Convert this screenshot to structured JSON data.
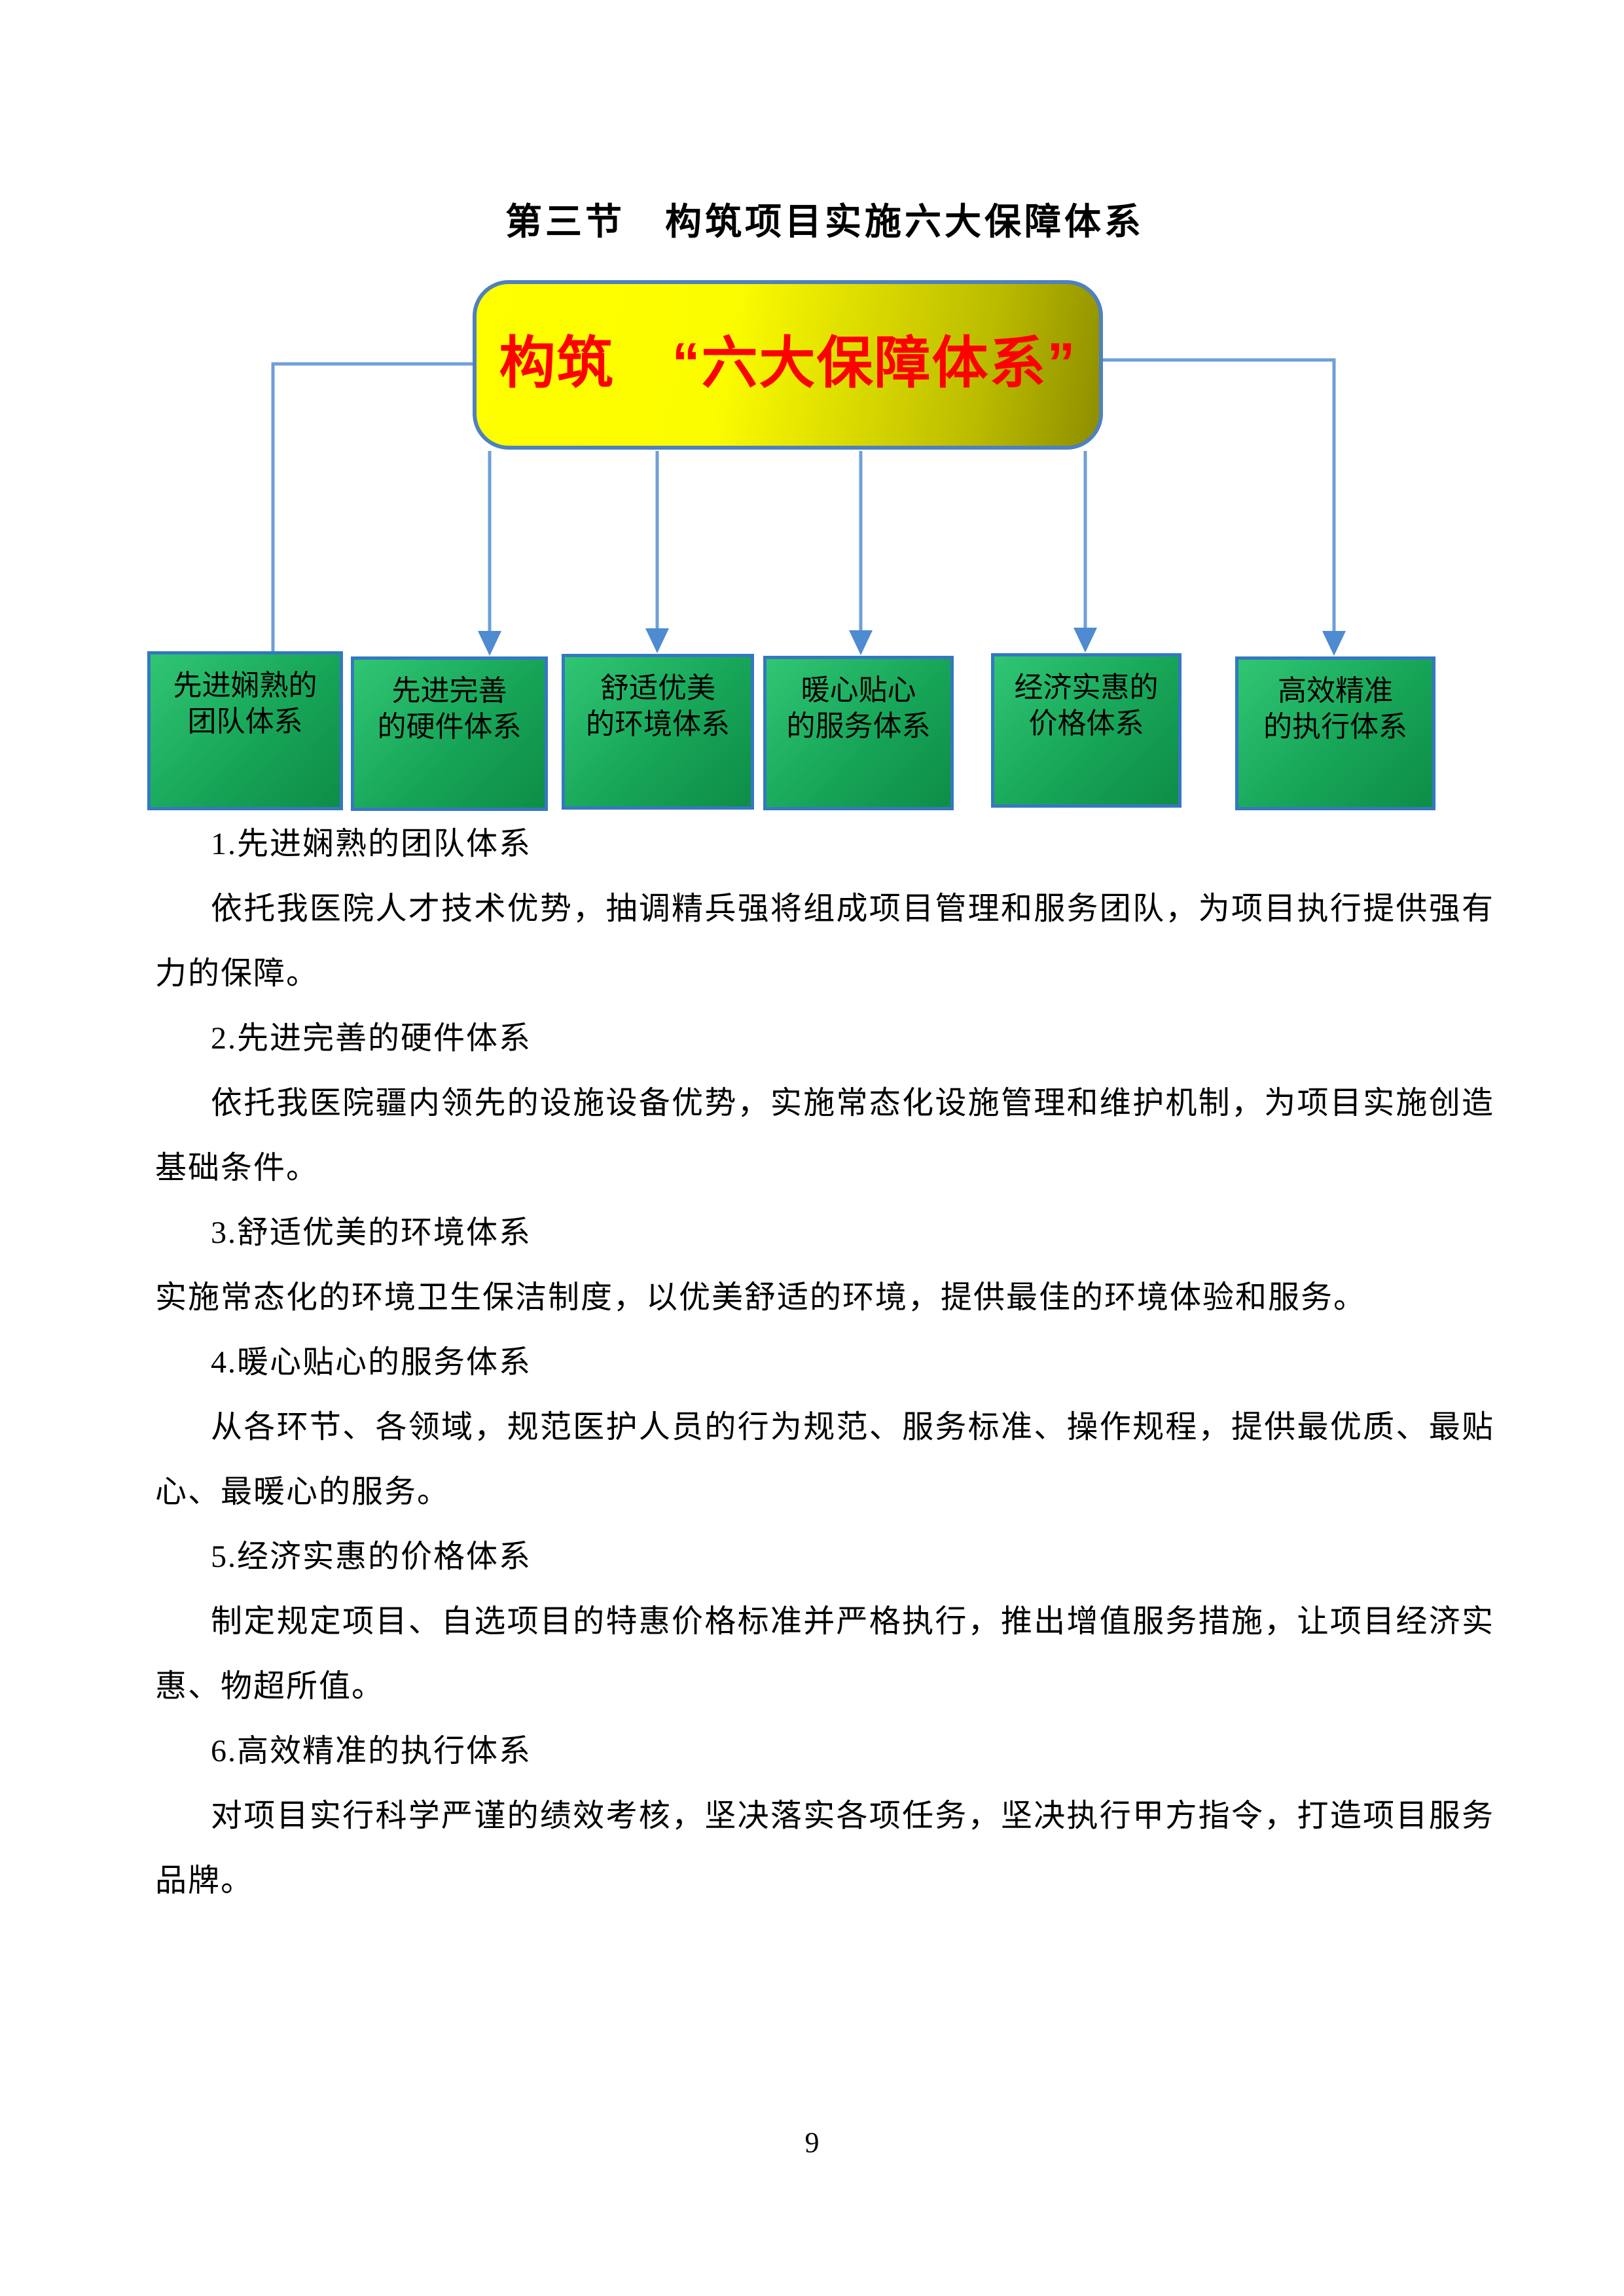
{
  "page": {
    "title": "第三节　构筑项目实施六大保障体系",
    "page_number": "9"
  },
  "diagram": {
    "root_label": "构筑　“六大保障体系”",
    "boxes": [
      {
        "line1": "先进娴熟的",
        "line2": "团队体系"
      },
      {
        "line1": "先进完善",
        "line2": "的硬件体系"
      },
      {
        "line1": "舒适优美",
        "line2": "的环境体系"
      },
      {
        "line1": "暖心贴心",
        "line2": "的服务体系"
      },
      {
        "line1": "经济实惠的",
        "line2": "价格体系"
      },
      {
        "line1": "高效精准",
        "line2": "的执行体系"
      }
    ],
    "colors": {
      "root_box_fill_left": "#ffff00",
      "root_box_fill_right": "#8e8e00",
      "root_box_border": "#4f81bd",
      "root_label_text": "#ff0000",
      "branch_box_fill_light": "#30c674",
      "branch_box_fill_dark": "#0e8d47",
      "branch_box_border": "#3578bf",
      "connector_line": "#6f9fd8",
      "connector_arrowhead": "#4e8bd0",
      "body_text": "#000000"
    }
  },
  "sections": [
    {
      "heading": "1.先进娴熟的团队体系",
      "body": "依托我医院人才技术优势，抽调精兵强将组成项目管理和服务团队，为项目执行提供强有力的保障。"
    },
    {
      "heading": "2.先进完善的硬件体系",
      "body": "依托我医院疆内领先的设施设备优势，实施常态化设施管理和维护机制，为项目实施创造基础条件。"
    },
    {
      "heading": "3.舒适优美的环境体系",
      "body": "实施常态化的环境卫生保洁制度，以优美舒适的环境，提供最佳的环境体验和服务。"
    },
    {
      "heading": "4.暖心贴心的服务体系",
      "body": "从各环节、各领域，规范医护人员的行为规范、服务标准、操作规程，提供最优质、最贴心、最暖心的服务。"
    },
    {
      "heading": "5.经济实惠的价格体系",
      "body": "制定规定项目、自选项目的特惠价格标准并严格执行，推出增值服务措施，让项目经济实惠、物超所值。"
    },
    {
      "heading": "6.高效精准的执行体系",
      "body": "对项目实行科学严谨的绩效考核，坚决落实各项任务，坚决执行甲方指令，打造项目服务品牌。"
    }
  ]
}
